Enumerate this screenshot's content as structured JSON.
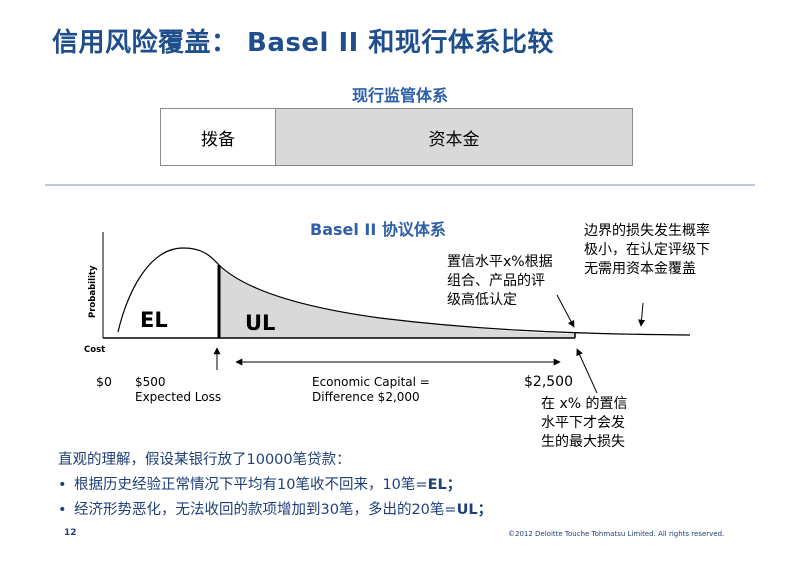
{
  "title": "信用风险覆盖： Basel II 和现行体系比较",
  "regulatory": {
    "heading": "现行监管体系",
    "provision_label": "拨备",
    "capital_label": "资本金"
  },
  "basel": {
    "heading": "Basel II 协议体系",
    "axis_y_label": "Probability",
    "axis_x_label": "Cost",
    "el_label": "EL",
    "ul_label": "UL",
    "zero_label": "$0",
    "expected_loss_label": "$500\nExpected Loss",
    "economic_capital_label": "Economic Capital =\nDifference $2,000",
    "max_loss_value": "$2,500",
    "note_confidence": "置信水平x%根据\n组合、产品的评\n级高低认定",
    "note_boundary": "边界的损失发生概率\n极小，在认定评级下\n无需用资本金覆盖",
    "note_max_loss": "在 x% 的置信\n水平下才会发\n生的最大损失"
  },
  "explanation": {
    "intro": "直观的理解，假设某银行放了10000笔贷款：",
    "bullet1_text": "根据历史经验正常情况下平均有10笔收不回来，10笔=",
    "bullet1_term": "EL；",
    "bullet2_text": "经济形势恶化，无法收回的款项增加到30笔，多出的20笔=",
    "bullet2_term": "UL；",
    "bullet_symbol": "•"
  },
  "footer": {
    "page_number": "12",
    "copyright": "©2012 Deloitte Touche Tohmatsu Limited. All rights reserved."
  },
  "colors": {
    "title": "#1f4e8c",
    "heading": "#2e5fa8",
    "capital_fill": "#d9d9d9",
    "ul_fill": "#d9d9d9"
  }
}
